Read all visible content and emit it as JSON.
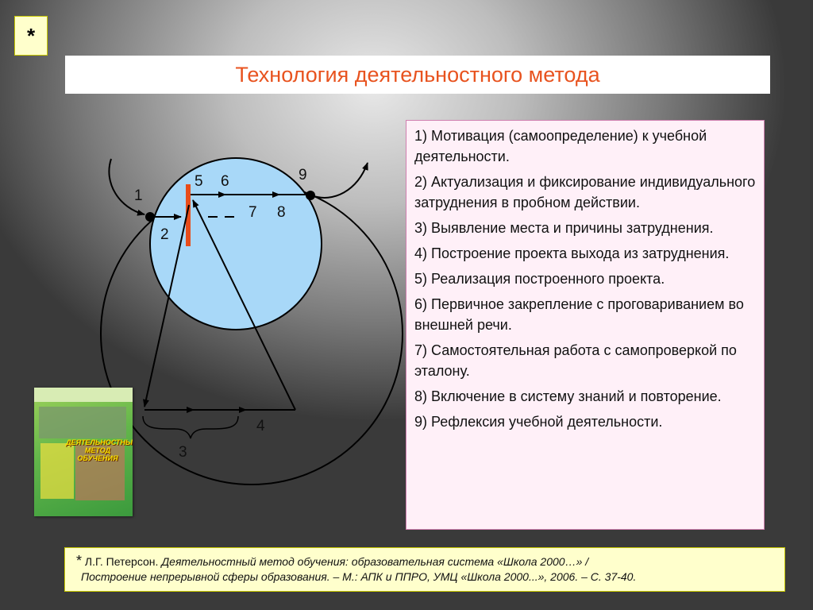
{
  "corner_mark": "*",
  "title": "Технология деятельностного метода",
  "diagram": {
    "labels": [
      "1",
      "2",
      "3",
      "4",
      "5",
      "6",
      "7",
      "8",
      "9"
    ]
  },
  "steps": [
    "1)  Мотивация (самоопределение) к учебной деятельности.",
    "2)  Актуализация и фиксирование индивидуального затруднения в пробном действии.",
    "3) Выявление места и причины затруднения.",
    "4)  Построение проекта выхода из затруднения.",
    "5)  Реализация построенного проекта.",
    "6)  Первичное закрепление с проговариванием во внешней речи.",
    "7)  Самостоятельная работа с самопроверкой по эталону.",
    "8)  Включение в систему знаний и повторение.",
    "9)  Рефлексия учебной деятельности."
  ],
  "book_cover": {
    "title": "ДЕЯТЕЛЬНОСТНЫЙ МЕТОД ОБУЧЕНИЯ"
  },
  "reference": {
    "marker": "*",
    "author": "Л.Г. Петерсон.",
    "line1_italic": "Деятельностный метод обучения: образовательная система «Школа 2000…» /",
    "line2_italic": "Построение непрерывной сферы образования. – М.: АПК и ППРО, УМЦ «Школа 2000...», 2006. – С. 37-40."
  },
  "colors": {
    "title_text": "#e8531f",
    "inner_circle_fill": "#a8d8f8",
    "barrier": "#e84c1a",
    "steps_box_bg": "#fff0f8",
    "steps_box_border": "#d080b0",
    "note_bg": "#ffffcc"
  }
}
